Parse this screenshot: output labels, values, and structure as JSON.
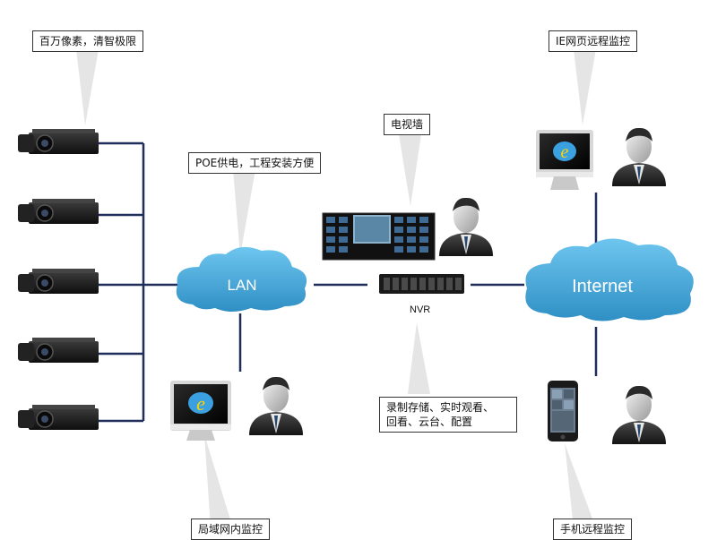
{
  "labels": {
    "megapixel": "百万像素，清智极限",
    "poe": "POE供电，工程安装方便",
    "video_wall": "电视墙",
    "ie_remote": "IE网页远程监控",
    "nvr_functions_line1": "录制存储、实时观看、",
    "nvr_functions_line2": "回看、云台、配置",
    "lan_monitor": "局域网内监控",
    "mobile_remote": "手机远程监控"
  },
  "clouds": {
    "lan": "LAN",
    "internet": "Internet"
  },
  "devices": {
    "nvr": "NVR"
  },
  "colors": {
    "cloud": "#3fa9d8",
    "line": "#1f2d5a",
    "callout": "#d9d9d9",
    "camera": "#1c1c1c"
  }
}
